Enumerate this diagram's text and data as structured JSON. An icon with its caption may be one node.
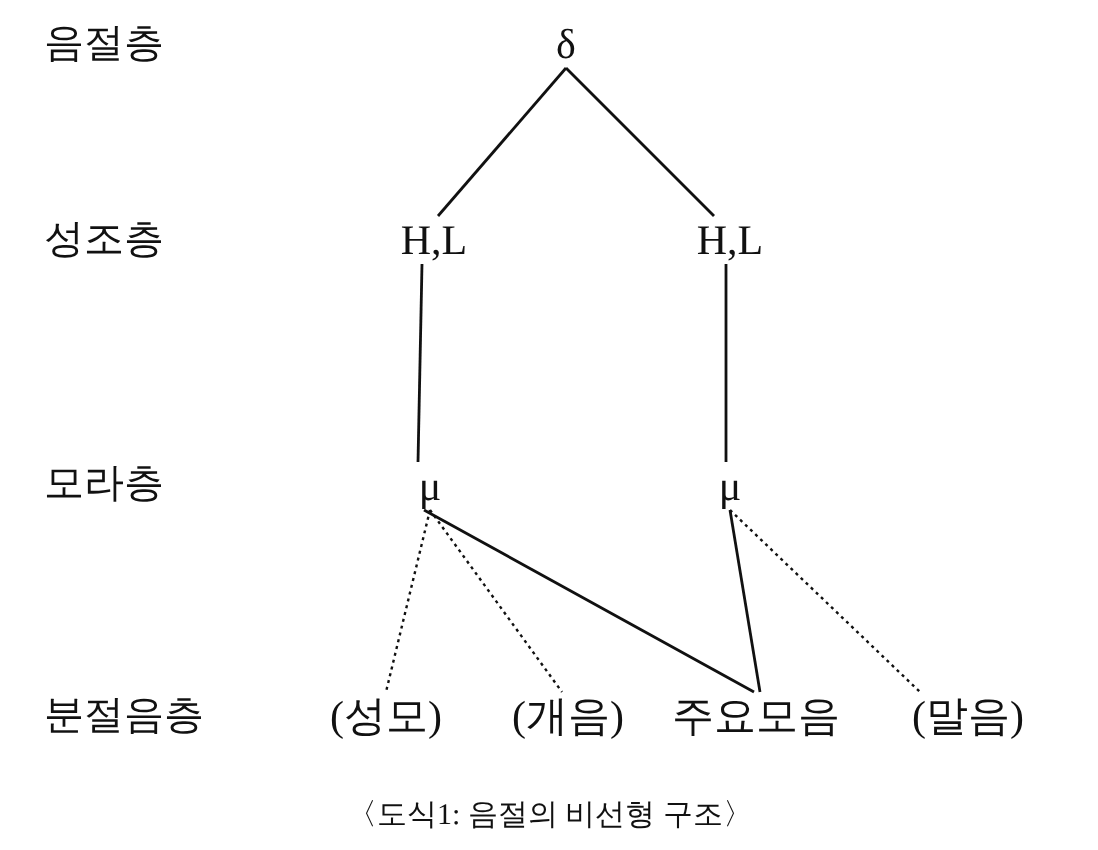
{
  "diagram": {
    "caption": "〈도식1: 음절의 비선형 구조〉",
    "nodes": [
      {
        "text": [
          "δ"
        ]
      },
      {
        "text": [
          "H,L"
        ]
      },
      {
        "text": [
          "H,L"
        ]
      },
      {
        "text": [
          "μ"
        ]
      },
      {
        "text": [
          "μ"
        ]
      },
      {
        "text": [
          "(성모)"
        ]
      },
      {
        "text": [
          "(개음)"
        ]
      },
      {
        "text": [
          "주요모음"
        ]
      },
      {
        "text": [
          "(말음)"
        ]
      }
    ],
    "edges": [
      {
        "from": 0,
        "to": 1,
        "arrow": "none"
      },
      {
        "from": 0,
        "to": 2,
        "arrow": "none"
      },
      {
        "from": 1,
        "to": 3,
        "arrow": "none"
      },
      {
        "from": 2,
        "to": 4,
        "arrow": "none"
      },
      {
        "from": 3,
        "to": 5,
        "arrow": "none",
        "style": "dashed"
      },
      {
        "from": 3,
        "to": 6,
        "arrow": "none",
        "style": "dashed"
      },
      {
        "from": 3,
        "to": 7,
        "arrow": "none"
      },
      {
        "from": 4,
        "to": 7,
        "arrow": "none"
      },
      {
        "from": 4,
        "to": 8,
        "arrow": "none",
        "style": "dashed"
      }
    ],
    "labels": [
      "음절층",
      "성조층",
      "모라층",
      "분절음층"
    ]
  }
}
